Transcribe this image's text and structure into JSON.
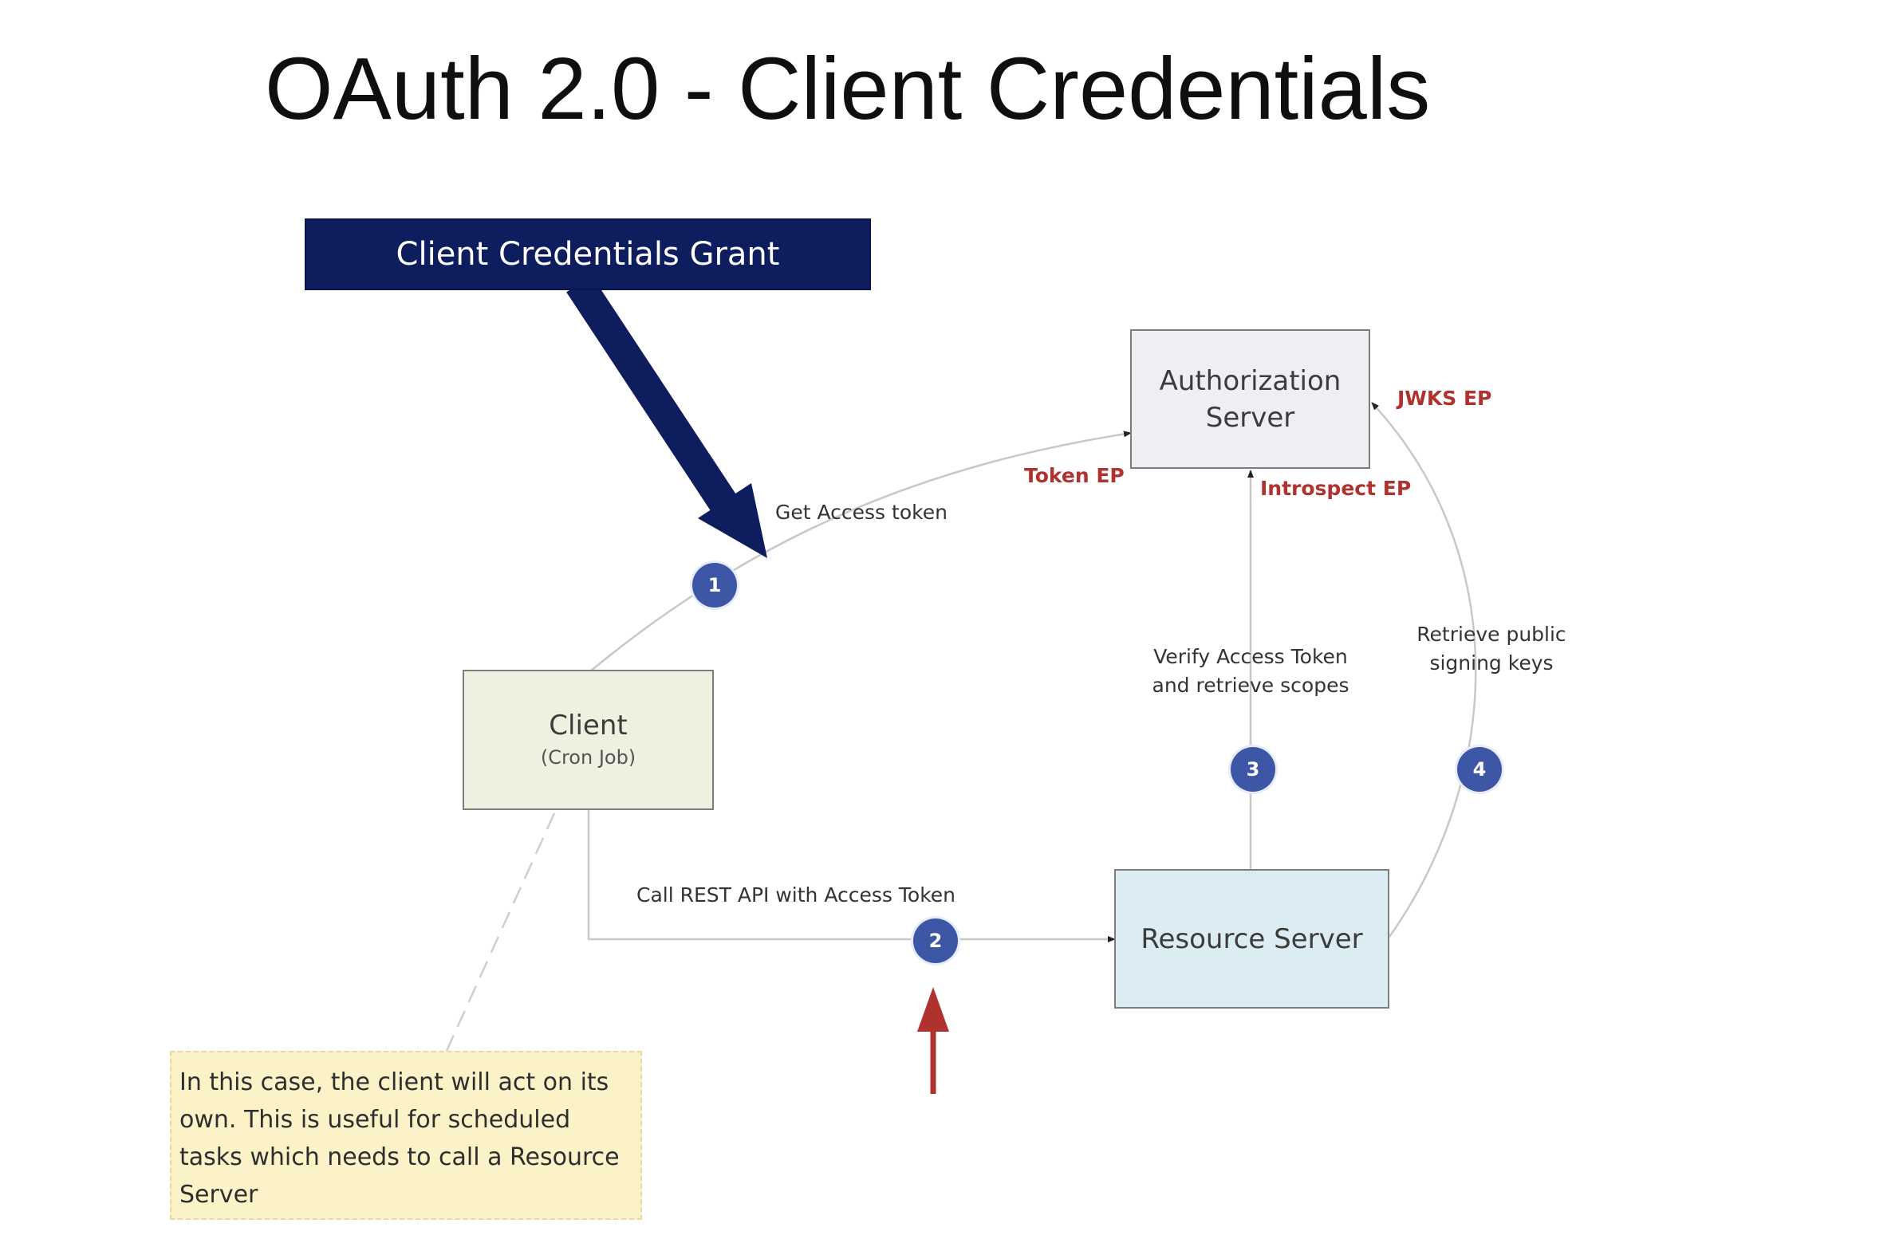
{
  "title": "OAuth 2.0 - Client Credentials",
  "banner": "Client Credentials Grant",
  "nodes": {
    "auth_server": [
      "Authorization",
      "Server"
    ],
    "client": {
      "name": "Client",
      "sub": "(Cron Job)"
    },
    "resource_server": "Resource Server"
  },
  "endpoints": {
    "token": "Token EP",
    "introspect": "Introspect EP",
    "jwks": "JWKS EP"
  },
  "edges": {
    "get_token": "Get Access token",
    "call_api": "Call REST API with Access Token",
    "verify": [
      "Verify Access Token",
      "and retrieve scopes"
    ],
    "retrieve_keys": [
      "Retrieve public",
      "signing keys"
    ]
  },
  "steps": [
    "1",
    "2",
    "3",
    "4"
  ],
  "note": [
    "In this case, the client will act on its",
    "own. This is useful for scheduled",
    "tasks which needs to call a Resource",
    "Server"
  ],
  "colors": {
    "banner": "#0e1d5e",
    "auth_fill": "#efeef3",
    "client_fill": "#edf1e0",
    "resource_fill": "#dcecf3",
    "badge": "#3d56a6",
    "note_fill": "#fcf2c8",
    "accent_red": "#b0322e"
  }
}
